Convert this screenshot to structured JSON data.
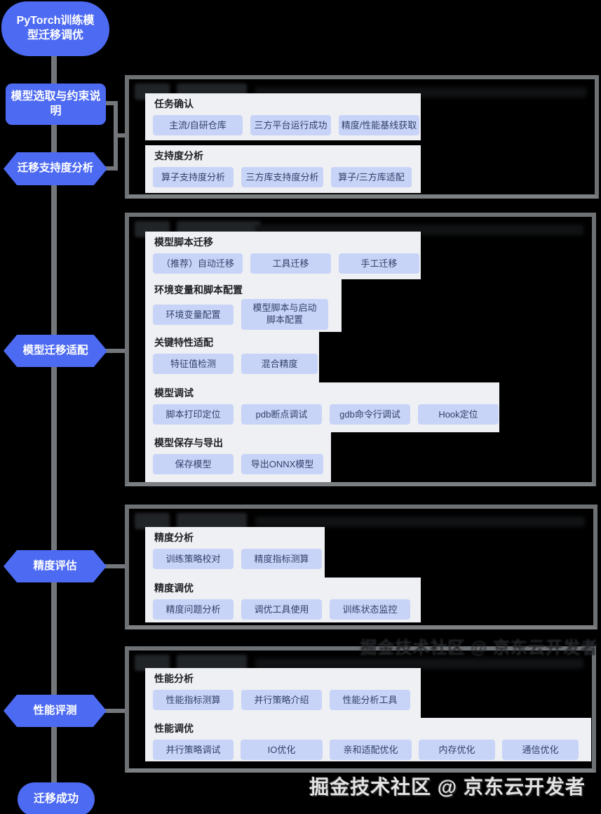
{
  "flow": {
    "root": "PyTorch训练模\n型迁移调优",
    "nodes": [
      {
        "id": "model-select",
        "label": "模型选取与约束说明",
        "shape": "rounded-rect"
      },
      {
        "id": "migration-support",
        "label": "迁移支持度分析",
        "shape": "hexagon"
      },
      {
        "id": "model-adapt",
        "label": "模型迁移适配",
        "shape": "hexagon"
      },
      {
        "id": "accuracy-eval",
        "label": "精度评估",
        "shape": "hexagon"
      },
      {
        "id": "perf-eval",
        "label": "性能评测",
        "shape": "hexagon"
      },
      {
        "id": "success",
        "label": "迁移成功",
        "shape": "pill"
      }
    ]
  },
  "panels": [
    {
      "header_redacted": true,
      "sections": [
        {
          "title": "任务确认",
          "buttons": [
            "主流/自研仓库",
            "三方平台运行成功",
            "精度/性能基线获取"
          ]
        },
        {
          "title": "支持度分析",
          "buttons": [
            "算子支持度分析",
            "三方库支持度分析",
            "算子/三方库适配"
          ]
        }
      ]
    },
    {
      "header_redacted": true,
      "sections": [
        {
          "title": "模型脚本迁移",
          "buttons": [
            "（推荐）自动迁移",
            "工具迁移",
            "手工迁移"
          ]
        },
        {
          "title": "环境变量和脚本配置",
          "buttons": [
            "环境变量配置",
            "模型脚本与启动\n脚本配置"
          ]
        },
        {
          "title": "关键特性适配",
          "buttons": [
            "特征值检测",
            "混合精度"
          ]
        },
        {
          "title": "模型调试",
          "buttons": [
            "脚本打印定位",
            "pdb断点调试",
            "gdb命令行调试",
            "Hook定位"
          ]
        },
        {
          "title": "模型保存与导出",
          "buttons": [
            "保存模型",
            "导出ONNX模型"
          ]
        }
      ]
    },
    {
      "header_redacted": true,
      "sections": [
        {
          "title": "精度分析",
          "buttons": [
            "训练策略校对",
            "精度指标测算"
          ]
        },
        {
          "title": "精度调优",
          "buttons": [
            "精度问题分析",
            "调优工具使用",
            "训练状态监控"
          ]
        }
      ]
    },
    {
      "header_redacted": true,
      "sections": [
        {
          "title": "性能分析",
          "buttons": [
            "性能指标测算",
            "并行策略介绍",
            "性能分析工具"
          ]
        },
        {
          "title": "性能调优",
          "buttons": [
            "并行策略调试",
            "IO优化",
            "亲和适配优化",
            "内存优化",
            "通信优化"
          ]
        }
      ]
    }
  ],
  "watermark": "掘金技术社区 @ 京东云开发者",
  "colors": {
    "background": "#000000",
    "node_blue": "#4d6af2",
    "node_text": "#ffffff",
    "connector_gray": "#73777b",
    "panel_border": "#6d7174",
    "card_bg": "#eff0f3",
    "tag_bg": "#c8d4f7",
    "tag_text": "#32406b",
    "watermark_text": "#e3e3e3"
  }
}
